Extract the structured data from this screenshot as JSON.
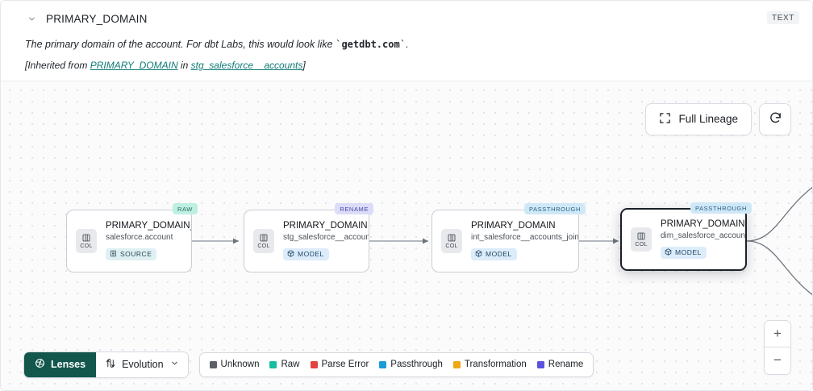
{
  "header": {
    "collapse_icon": "chevron-down-icon",
    "title": "PRIMARY_DOMAIN",
    "type_badge": "TEXT",
    "description_lead": "The primary domain of the account. For dbt Labs, this would look like ",
    "description_code": "getdbt.com",
    "description_tail": ".",
    "inherited_prefix": "[Inherited from ",
    "inherited_link_1": "PRIMARY_DOMAIN",
    "inherited_middle": " in ",
    "inherited_link_2": "stg_salesforce__accounts",
    "inherited_suffix": "]"
  },
  "toolbar": {
    "full_lineage_label": "Full Lineage",
    "full_lineage_icon": "expand-icon",
    "refresh_icon": "refresh-icon"
  },
  "zoom_controls": {
    "zoom_in_label": "+",
    "zoom_out_label": "−"
  },
  "lineage": {
    "nodes": [
      {
        "badge": "RAW",
        "badge_kind": "raw",
        "col_icon": "column-icon",
        "col_label": "COL",
        "title": "PRIMARY_DOMAIN__C",
        "subtitle": "salesforce.account",
        "tag": "SOURCE",
        "tag_icon": "database-icon",
        "tag_kind": "source",
        "selected": false
      },
      {
        "badge": "RENAME",
        "badge_kind": "rename",
        "col_icon": "column-icon",
        "col_label": "COL",
        "title": "PRIMARY_DOMAIN",
        "subtitle": "stg_salesforce__accounts",
        "tag": "MODEL",
        "tag_icon": "cube-icon",
        "tag_kind": "model",
        "selected": false
      },
      {
        "badge": "PASSTHROUGH",
        "badge_kind": "passthrough",
        "col_icon": "column-icon",
        "col_label": "COL",
        "title": "PRIMARY_DOMAIN",
        "subtitle": "int_salesforce__accounts_joined",
        "tag": "MODEL",
        "tag_icon": "cube-icon",
        "tag_kind": "model",
        "selected": false
      },
      {
        "badge": "PASSTHROUGH",
        "badge_kind": "passthrough",
        "col_icon": "column-icon",
        "col_label": "COL",
        "title": "PRIMARY_DOMAIN",
        "subtitle": "dim_salesforce_accounts",
        "tag": "MODEL",
        "tag_icon": "cube-icon",
        "tag_kind": "model",
        "selected": true
      }
    ]
  },
  "bottom_bar": {
    "lenses_label": "Lenses",
    "lenses_icon": "aperture-icon",
    "evolution_label": "Evolution",
    "evolution_icon": "evolution-icon",
    "evolution_caret": "chevron-down-icon",
    "legend": [
      {
        "label": "Unknown",
        "color": "#5b6069"
      },
      {
        "label": "Raw",
        "color": "#18bda0"
      },
      {
        "label": "Parse Error",
        "color": "#e2413f"
      },
      {
        "label": "Passthrough",
        "color": "#199cd8"
      },
      {
        "label": "Transformation",
        "color": "#f0a714"
      },
      {
        "label": "Rename",
        "color": "#5b53e0"
      }
    ]
  }
}
